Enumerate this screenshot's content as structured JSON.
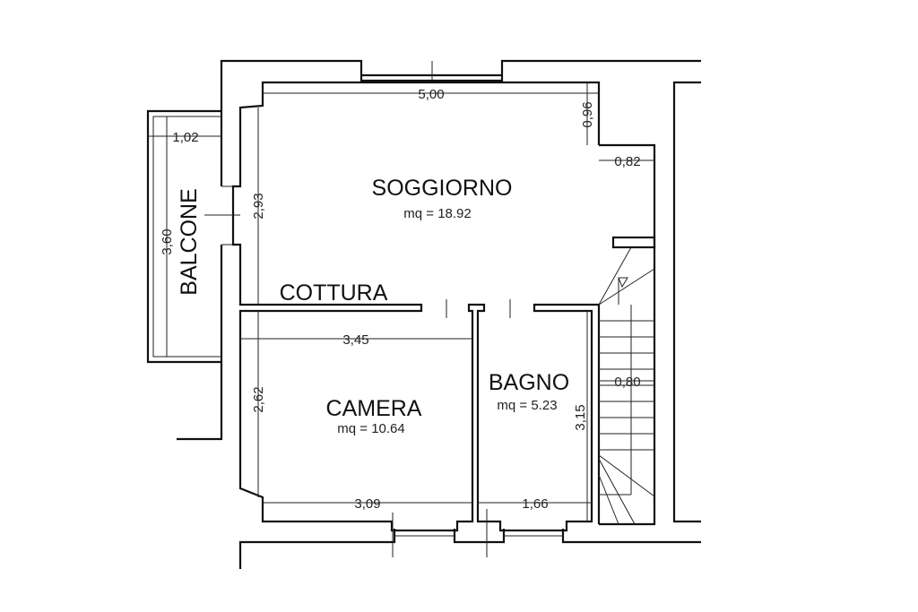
{
  "rooms": {
    "soggiorno": {
      "name": "SOGGIORNO",
      "area": "mq = 18.92"
    },
    "camera": {
      "name": "CAMERA",
      "area": "mq = 10.64"
    },
    "bagno": {
      "name": "BAGNO",
      "area": "mq = 5.23"
    },
    "cottura": {
      "name": "COTTURA"
    },
    "balcone": {
      "name": "BALCONE"
    }
  },
  "dimensions": {
    "top_width": "5,00",
    "top_right_depth": "0,96",
    "right_step": "0,82",
    "balcony_width": "1,02",
    "balcony_length": "3,60",
    "soggiorno_height": "2,93",
    "camera_top": "3,45",
    "camera_height": "2,62",
    "camera_bottom": "3,09",
    "bagno_bottom": "1,66",
    "bagno_height": "3,15",
    "stair_width": "0,80"
  }
}
